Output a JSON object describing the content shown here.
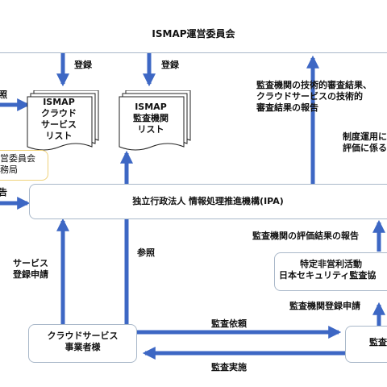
{
  "colors": {
    "arrow": "#3d67c4",
    "box_border": "#a9b8c9",
    "yellow_border": "#efd27a"
  },
  "committee": {
    "title": "ISMAP運営委員会"
  },
  "lists": {
    "cloud_list": [
      "ISMAP",
      "クラウド",
      "サービス",
      "リスト"
    ],
    "auditor_list": [
      "ISMAP",
      "監査機関",
      "リスト"
    ]
  },
  "labels": {
    "register_1": "登録",
    "register_2": "登録",
    "tech_review_results": [
      "監査機関の技術的審査結果、",
      "クラウドサービスの技術的",
      "審査結果の報告"
    ],
    "left_ref": "照",
    "left_report": "告",
    "secretariat": [
      "営委員会",
      "務局"
    ],
    "system_op": [
      "制度運用に",
      "評価に係る"
    ],
    "service_apply": [
      "サービス",
      "登録申請"
    ],
    "reference": "参照",
    "auditor_eval_report": "監査機関の評価結果の報告",
    "auditor_reg_apply": "監査機関登録申請",
    "audit_request": "監査依頼",
    "audit_execution": "監査実施"
  },
  "ipa": {
    "title": "独立行政法人 情報処理推進機構(IPA)"
  },
  "npo": {
    "lines": [
      "特定非営利活動",
      "日本セキュリティ監査協"
    ]
  },
  "cloud_provider": {
    "lines": [
      "クラウドサービス",
      "事業者様"
    ]
  },
  "auditor": {
    "label": "監査"
  }
}
